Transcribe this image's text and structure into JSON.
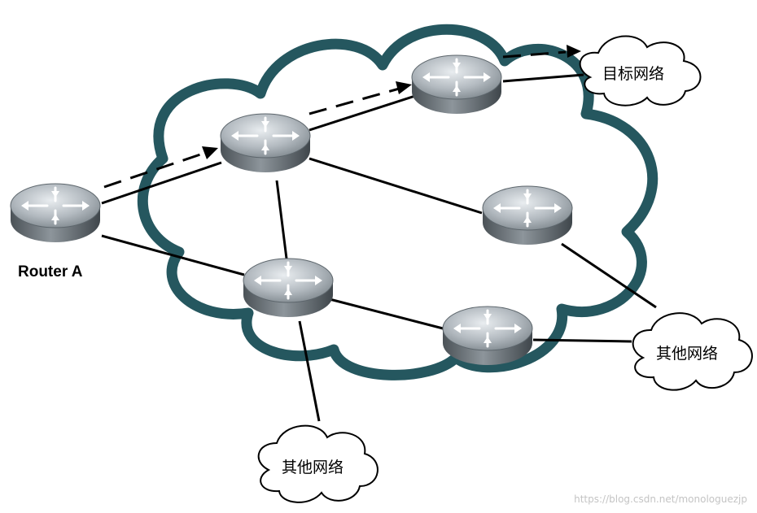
{
  "labels": {
    "router_a": "Router A",
    "target_network": "目标网络",
    "other_network_right": "其他网络",
    "other_network_bottom": "其他网络"
  },
  "watermark": "https://blog.csdn.net/monologuezjp",
  "colors": {
    "cloud_outline": "#25575f",
    "router_top": "#b5bcc2",
    "router_body": "#6f777d",
    "arrow": "#ffffff",
    "link": "#000000"
  },
  "icons": [
    "router-icon",
    "cloud-icon"
  ]
}
